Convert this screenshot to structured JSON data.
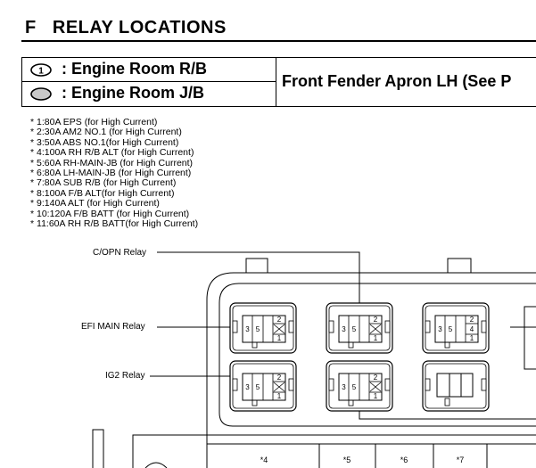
{
  "section": {
    "title": "F   RELAY LOCATIONS"
  },
  "legend": {
    "rows": [
      {
        "icon": "numbered-circle-icon",
        "icon_number": "1",
        "label": ": Engine Room R/B"
      },
      {
        "icon": "shaded-oval-icon",
        "label": ": Engine Room J/B"
      }
    ],
    "location": "Front Fender Apron LH (See P"
  },
  "fuse_notes": [
    "* 1:80A EPS (for High Current)",
    "* 2:30A AM2 NO.1 (for High Current)",
    "* 3:50A ABS NO.1(for High Current)",
    "* 4:100A RH R/B ALT (for High Current)",
    "* 5:60A RH-MAIN-JB (for High Current)",
    "* 6:80A LH-MAIN-JB (for High Current)",
    "* 7:80A SUB R/B (for High Current)",
    "* 8:100A F/B ALT(for High Current)",
    "* 9:140A ALT (for High Current)",
    "* 10:120A F/B BATT (for High Current)",
    "* 11:60A RH R/B BATT(for High Current)"
  ],
  "callouts": {
    "copn": "C/OPN Relay",
    "efi_main": "EFI MAIN Relay",
    "ig2": "IG2 Relay"
  },
  "relays": [
    {
      "id": "efi-main",
      "pins": [
        "3",
        "5",
        "2",
        "1"
      ],
      "symbol": "cross"
    },
    {
      "id": "copn",
      "pins": [
        "3",
        "5",
        "2",
        "1"
      ],
      "symbol": "cross"
    },
    {
      "id": "right-top",
      "pins": [
        "3",
        "5",
        "2",
        "4",
        "1"
      ],
      "symbol": "numbered"
    },
    {
      "id": "ig2",
      "pins": [
        "3",
        "5",
        "2",
        "1"
      ],
      "symbol": "cross"
    },
    {
      "id": "center-bottom",
      "pins": [
        "3",
        "5",
        "2",
        "1"
      ],
      "symbol": "cross"
    },
    {
      "id": "empty-socket",
      "pins": [],
      "symbol": "blank"
    }
  ],
  "fuse_block": {
    "labels": [
      "*4",
      "*5",
      "*6",
      "*7"
    ]
  },
  "colors": {
    "line": "#000000",
    "oval_fill": "#c8c8c8"
  }
}
